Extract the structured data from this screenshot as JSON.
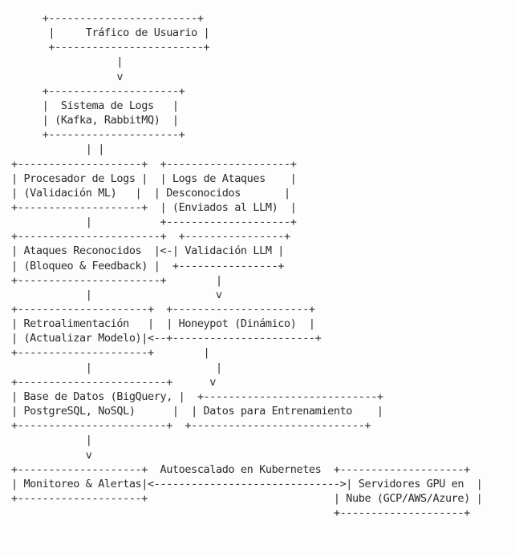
{
  "diagram": {
    "lines": [
      "     +------------------------+",
      "      |     Tráfico de Usuario |",
      "      +------------------------+",
      "                 |",
      "                 v",
      "     +---------------------+",
      "     |  Sistema de Logs   |",
      "     | (Kafka, RabbitMQ)  |",
      "     +---------------------+",
      "            | |",
      "+--------------------+  +--------------------+",
      "| Procesador de Logs |  | Logs de Ataques    |",
      "| (Validación ML)   |  | Desconocidos       |",
      "+--------------------+  | (Enviados al LLM)  |",
      "            |           +--------------------+",
      "+-----------------------+  +----------------+",
      "| Ataques Reconocidos  |<-| Validación LLM |",
      "| (Bloqueo & Feedback) |  +----------------+",
      "+-----------------------+        |",
      "            |                    v",
      "+---------------------+  +----------------------+",
      "| Retroalimentación   |  | Honeypot (Dinámico)  |",
      "| (Actualizar Modelo)|<--+-----------------------+",
      "+---------------------+        |",
      "            |                    |",
      "+------------------------+      v",
      "| Base de Datos (BigQuery, |  +----------------------------+",
      "| PostgreSQL, NoSQL)      |  | Datos para Entrenamiento    |",
      "+------------------------+  +----------------------------+",
      "            |",
      "            v",
      "+--------------------+  Autoescalado en Kubernetes  +--------------------+",
      "| Monitoreo & Alertas|<------------------------------>| Servidores GPU en  |",
      "+--------------------+                              | Nube (GCP/AWS/Azure) |",
      "                                                    +--------------------+"
    ]
  }
}
